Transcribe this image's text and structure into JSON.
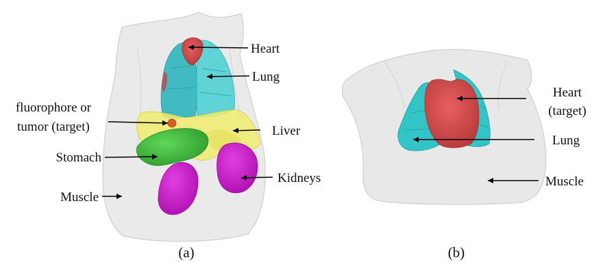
{
  "colors": {
    "body_fill": "#e3e3e3",
    "body_edge": "#cfcfcf",
    "heart": "#d64a4a",
    "lung": "#3cc8cc",
    "liver": "#ece86a",
    "stomach": "#3fbf3a",
    "kidneys": "#cc1fcc",
    "target": "#d9601a"
  },
  "panel_a": {
    "caption": "(a)",
    "labels": {
      "heart": "Heart",
      "lung": "Lung",
      "fluorophore_line1": "fluorophore or",
      "fluorophore_line2": "tumor (target)",
      "liver": "Liver",
      "stomach": "Stomach",
      "kidneys": "Kidneys",
      "muscle": "Muscle"
    }
  },
  "panel_b": {
    "caption": "(b)",
    "labels": {
      "heart_line1": "Heart",
      "heart_line2": "(target)",
      "lung": "Lung",
      "muscle": "Muscle"
    }
  }
}
